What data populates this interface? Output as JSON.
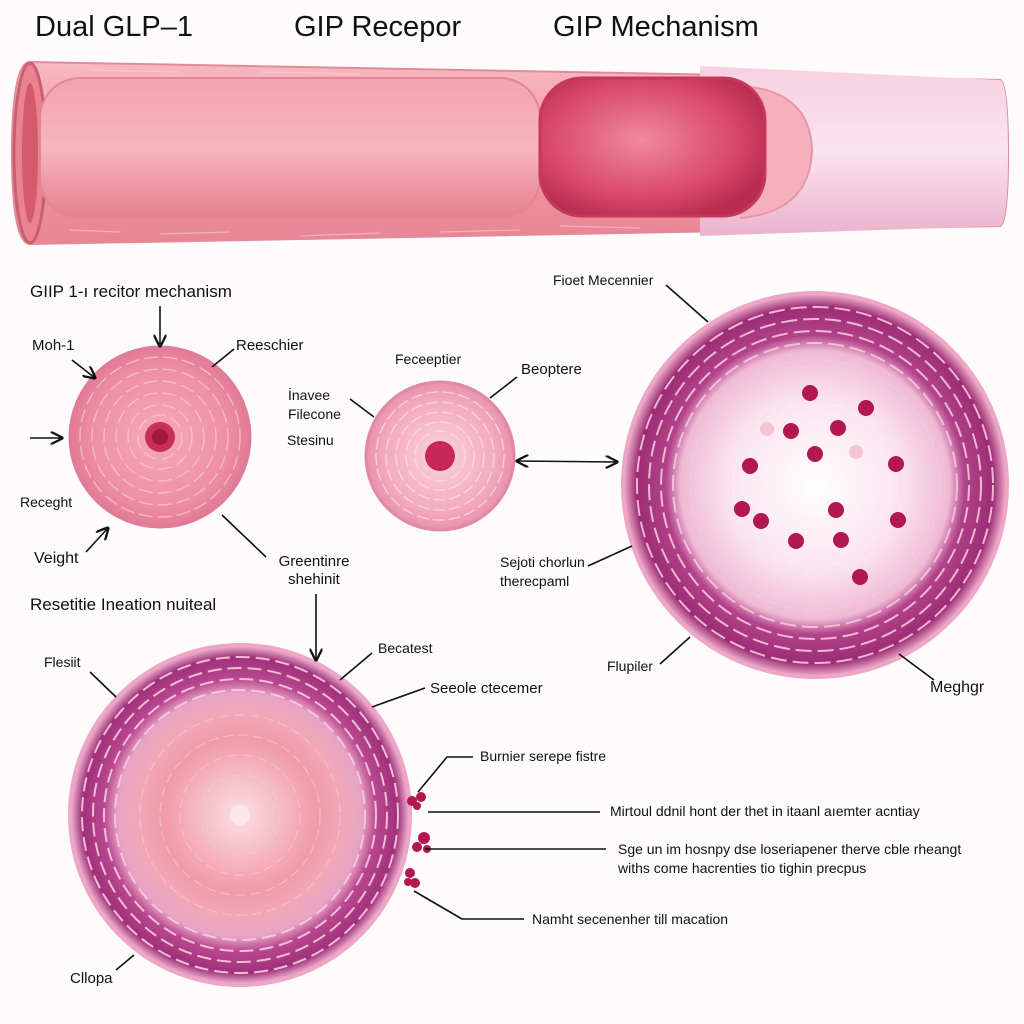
{
  "titles": [
    "Dual GLP–1",
    "GIP Recepor",
    "GIP Mechanism"
  ],
  "headings": {
    "left": "GIIP 1-ı recitor mechanism",
    "lower": "Resetitie Ineation nuiteal"
  },
  "labels": {
    "small_a_left": "Moh-1",
    "small_a_top": "Reeschier",
    "small_a_recept": "Receght",
    "small_a_veight": "Veight",
    "small_a_green": "Greentinre\nshehinit",
    "small_b_left": "İnavee\nFilecone",
    "small_b_stesinu": "Stesinu",
    "small_b_top": "Feceeptier",
    "small_b_right": "Beoptere",
    "big_right_top": "Fioet Mecennier",
    "big_right_mid": "Sejoti chorlun\ntherecpaml",
    "big_right_bottom_left": "Flupiler",
    "big_right_bottom_right": "Meghgr",
    "big_left_flesiit": "Flesiit",
    "big_left_becatest": "Becatest",
    "big_left_seeole": "Seeole ctecemer",
    "big_left_burnier": "Burnier serepe fistre",
    "big_left_mirtoul": "Mirtoul ddnil hont der thet in itaanl aıemter acntiay",
    "big_left_sge": "Sge un im hosnpy dse loseriapener therve cble rheangt\nwiths come hacrenties tio tighin precpus",
    "big_left_namht": "Namht secenenher till macation",
    "big_left_cllopa": "Cllopa"
  },
  "colors": {
    "vessel_outer": "#f2a2ad",
    "vessel_inner": "#e98292",
    "receptor_core": "#cf3b5d",
    "membrane_purple": "#a8337f",
    "membrane_light": "#f4b6d4",
    "particle": "#b3174f"
  }
}
